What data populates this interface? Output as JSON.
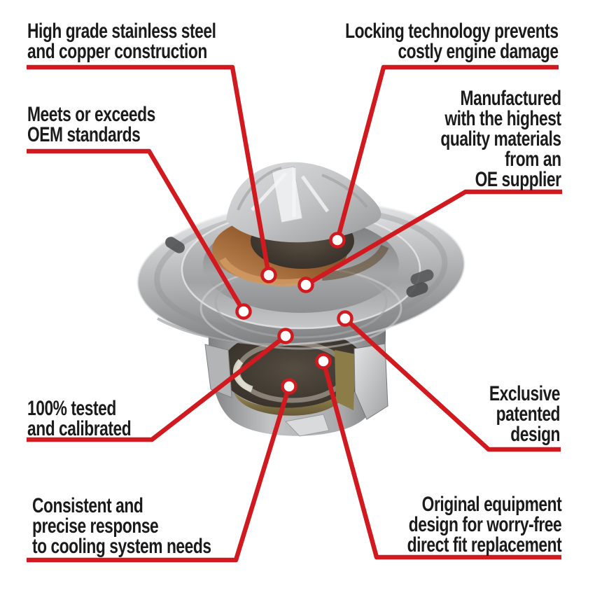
{
  "page": {
    "kind": "product-feature-callout-diagram",
    "product_image": "automotive-engine-thermostat-photo"
  },
  "colors": {
    "accent_red": "#d11a1f",
    "text": "#1b1b1b",
    "background": "#ffffff",
    "dot_fill": "#ffffff"
  },
  "callouts": [
    {
      "id": "high-grade-construction",
      "align": "left",
      "lines": [
        "High grade stainless steel",
        "and copper construction"
      ]
    },
    {
      "id": "locking-technology",
      "align": "right",
      "lines": [
        "Locking technology prevents",
        "costly engine damage"
      ]
    },
    {
      "id": "oem-standards",
      "align": "left",
      "lines": [
        "Meets or exceeds",
        "OEM standards"
      ]
    },
    {
      "id": "oe-supplier-materials",
      "align": "right",
      "lines": [
        "Manufactured",
        "with the highest",
        "quality materials",
        "from an",
        "OE supplier"
      ]
    },
    {
      "id": "tested-calibrated",
      "align": "left",
      "lines": [
        "100% tested",
        "and calibrated"
      ]
    },
    {
      "id": "patented-design",
      "align": "right",
      "lines": [
        "Exclusive",
        "patented",
        "design"
      ]
    },
    {
      "id": "cooling-response",
      "align": "left",
      "lines": [
        "Consistent and",
        "precise response",
        "to cooling system needs"
      ]
    },
    {
      "id": "direct-fit-replacement",
      "align": "right",
      "lines": [
        "Original equipment",
        "design for worry-free",
        "direct fit replacement"
      ]
    }
  ]
}
